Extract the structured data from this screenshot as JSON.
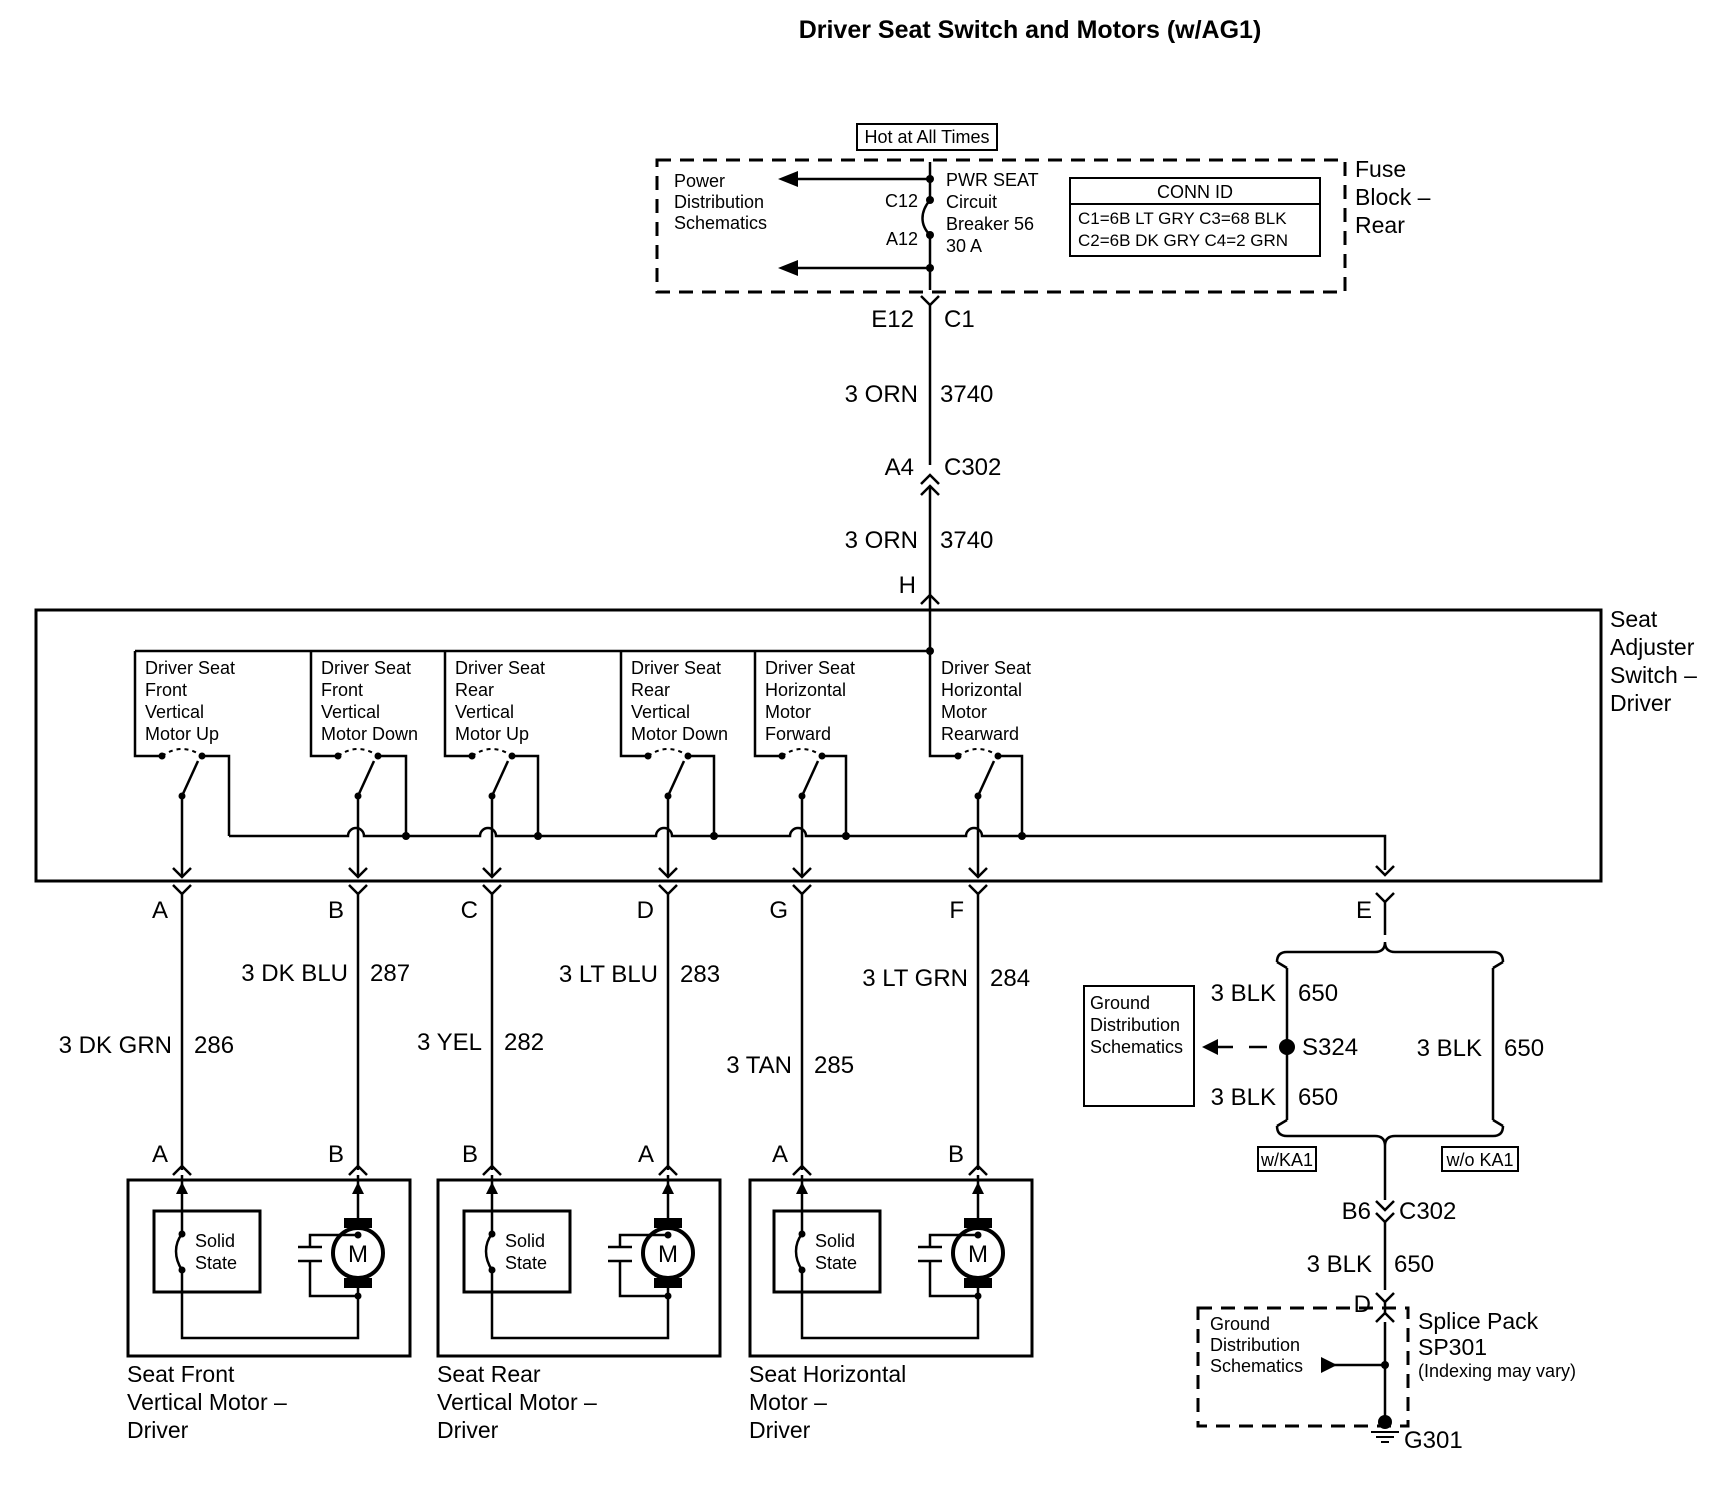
{
  "title": "Driver Seat Switch and Motors (w/AG1)",
  "fuse_block": {
    "hot_label": "Hot at All Times",
    "power_dist": [
      "Power",
      "Distribution",
      "Schematics"
    ],
    "breaker": [
      "PWR SEAT",
      "Circuit",
      "Breaker 56",
      "30 A"
    ],
    "pin_c12": "C12",
    "pin_a12": "A12",
    "name": [
      "Fuse",
      "Block –",
      "Rear"
    ],
    "conn_id": {
      "header": "CONN ID",
      "row1": "C1=6B LT GRY  C3=68 BLK",
      "row2": "C2=6B DK GRY  C4=2 GRN"
    }
  },
  "feed": {
    "pin_e12": "E12",
    "conn_c1": "C1",
    "wire1_color": "3 ORN",
    "wire1_circuit": "3740",
    "pin_a4": "A4",
    "conn_c302": "C302",
    "wire2_color": "3 ORN",
    "wire2_circuit": "3740",
    "pin_h": "H"
  },
  "switch_assembly": {
    "name": [
      "Seat",
      "Adjuster",
      "Switch –",
      "Driver"
    ],
    "switches": [
      [
        "Driver Seat",
        "Front",
        "Vertical",
        "Motor Up"
      ],
      [
        "Driver Seat",
        "Front",
        "Vertical",
        "Motor Down"
      ],
      [
        "Driver Seat",
        "Rear",
        "Vertical",
        "Motor Up"
      ],
      [
        "Driver Seat",
        "Rear",
        "Vertical",
        "Motor Down"
      ],
      [
        "Driver Seat",
        "Horizontal",
        "Motor",
        "Forward"
      ],
      [
        "Driver Seat",
        "Horizontal",
        "Motor",
        "Rearward"
      ]
    ]
  },
  "output_pins": [
    "A",
    "B",
    "C",
    "D",
    "G",
    "F",
    "E"
  ],
  "wires": [
    {
      "color": "3 DK GRN",
      "circuit": "286"
    },
    {
      "color": "3 DK BLU",
      "circuit": "287"
    },
    {
      "color": "3 YEL",
      "circuit": "282"
    },
    {
      "color": "3 LT BLU",
      "circuit": "283"
    },
    {
      "color": "3 TAN",
      "circuit": "285"
    },
    {
      "color": "3 LT GRN",
      "circuit": "284"
    }
  ],
  "motor_pins": [
    "A",
    "B",
    "B",
    "A",
    "A",
    "B"
  ],
  "motors": [
    {
      "solid_state": [
        "Solid",
        "State"
      ],
      "m": "M",
      "name": [
        "Seat Front",
        "Vertical Motor –",
        "Driver"
      ]
    },
    {
      "solid_state": [
        "Solid",
        "State"
      ],
      "m": "M",
      "name": [
        "Seat Rear",
        "Vertical Motor –",
        "Driver"
      ]
    },
    {
      "solid_state": [
        "Solid",
        "State"
      ],
      "m": "M",
      "name": [
        "Seat Horizontal",
        "Motor –",
        "Driver"
      ]
    }
  ],
  "ground": {
    "gds_box": [
      "Ground",
      "Distribution",
      "Schematics"
    ],
    "wire_top_color": "3 BLK",
    "wire_top_circuit": "650",
    "splice": "S324",
    "wire_bot_color": "3 BLK",
    "wire_bot_circuit": "650",
    "wire_alt_color": "3 BLK",
    "wire_alt_circuit": "650",
    "opt_with": "w/KA1",
    "opt_without": "w/o KA1",
    "pin_b6": "B6",
    "conn_c302": "C302",
    "wire_final_color": "3 BLK",
    "wire_final_circuit": "650",
    "pin_d": "D",
    "splice_pack_gds": [
      "Ground",
      "Distribution",
      "Schematics"
    ],
    "splice_pack_name": "Splice Pack",
    "splice_pack_id": "SP301",
    "splice_pack_note": "(Indexing may vary)",
    "ground_id": "G301"
  }
}
